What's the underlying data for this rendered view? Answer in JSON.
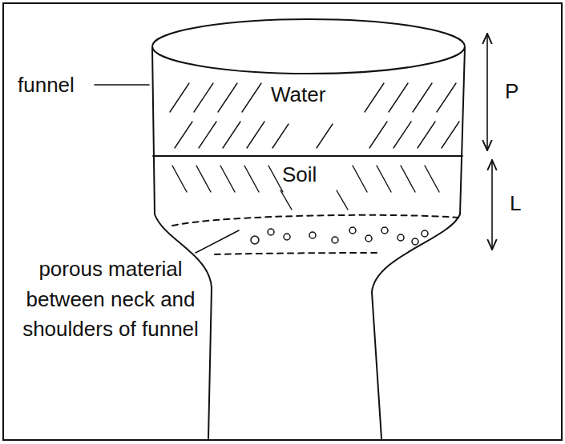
{
  "diagram": {
    "labels": [
      "funnel",
      "Water",
      "Soil",
      "P",
      "L",
      "porous material between neck and shoulders of funnel"
    ]
  }
}
